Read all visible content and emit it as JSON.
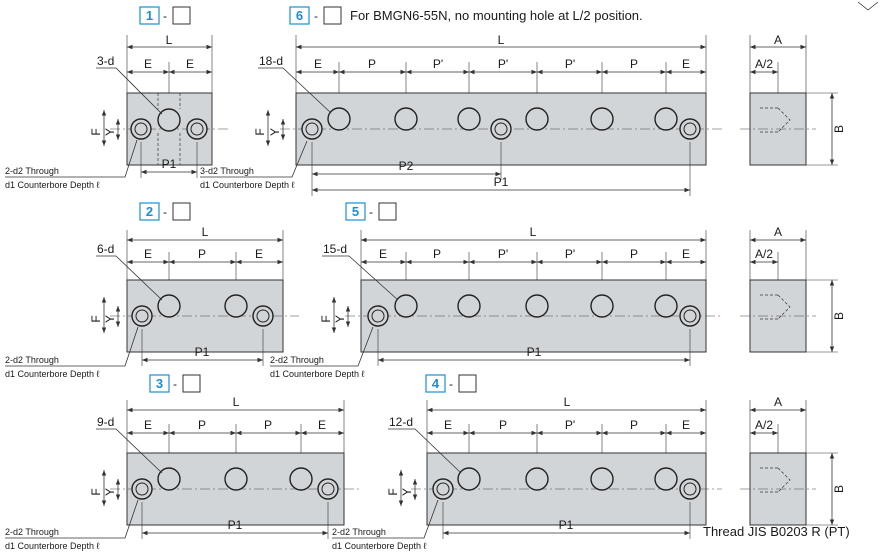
{
  "labels": {
    "L": "L",
    "E": "E",
    "P": "P",
    "Pp": "P'",
    "A": "A",
    "A2": "A/2",
    "B": "B",
    "F": "F",
    "Y": "Y",
    "P1": "P1",
    "P2": "P2",
    "dash": "-",
    "d2_through": "2-d2 Through",
    "d2_through3": "3-d2 Through",
    "d1_counterbore": "d1 Counterbore Depth ℓ"
  },
  "views": [
    {
      "id": "1",
      "ports": "3-d"
    },
    {
      "id": "6",
      "ports": "18-d",
      "note": "For BMGN6-55N, no mounting hole at L/2 position."
    },
    {
      "id": "2",
      "ports": "6-d"
    },
    {
      "id": "5",
      "ports": "15-d"
    },
    {
      "id": "3",
      "ports": "9-d"
    },
    {
      "id": "4",
      "ports": "12-d"
    }
  ],
  "thread_note": "Thread JIS B0203 R (PT)"
}
